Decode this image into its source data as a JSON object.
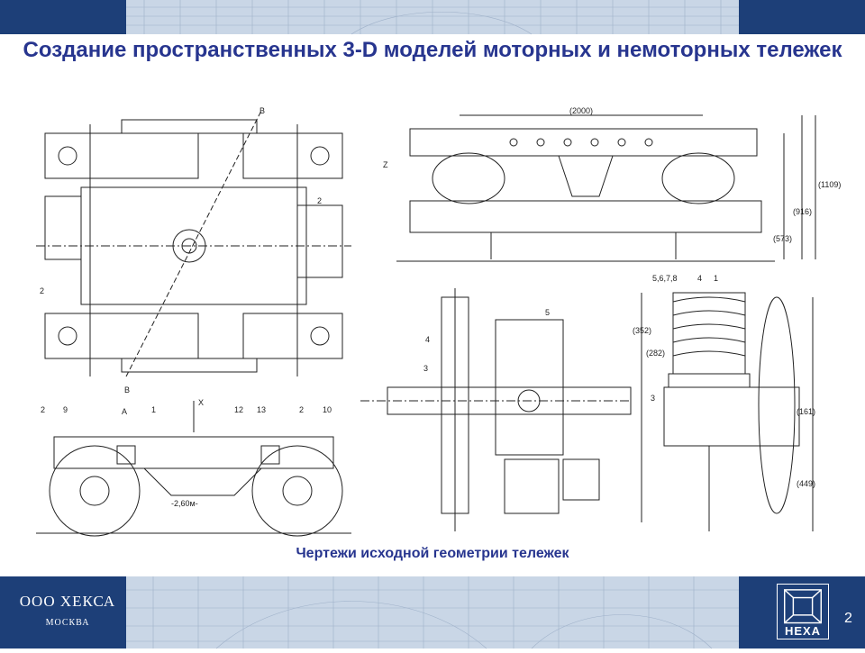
{
  "slide": {
    "title": "Создание пространственных 3-D моделей моторных и немоторных тележек",
    "caption": "Чертежи исходной геометрии тележек",
    "page_number": "2"
  },
  "footer": {
    "company_name": "ООО ХЕКСА",
    "company_city": "МОСКВА",
    "logo_text": "HEXA"
  },
  "drawings": {
    "plan_labels": [
      "B",
      "2",
      "2",
      "B"
    ],
    "side_labels": [
      "X",
      "A",
      "2",
      "9",
      "1",
      "12",
      "13",
      "2",
      "10",
      "-2,60м-"
    ],
    "front_labels": [
      "(2000)",
      "Z",
      "(1109)",
      "(916)",
      "(573)"
    ],
    "axle_labels": [
      "5",
      "4",
      "3"
    ],
    "spring_labels": [
      "5,6,7,8",
      "4",
      "1",
      "3",
      "(352)",
      "(282)",
      "(161)",
      "(449)"
    ]
  },
  "colors": {
    "band": "#1d3f78",
    "title": "#27358f",
    "line": "#222222"
  }
}
